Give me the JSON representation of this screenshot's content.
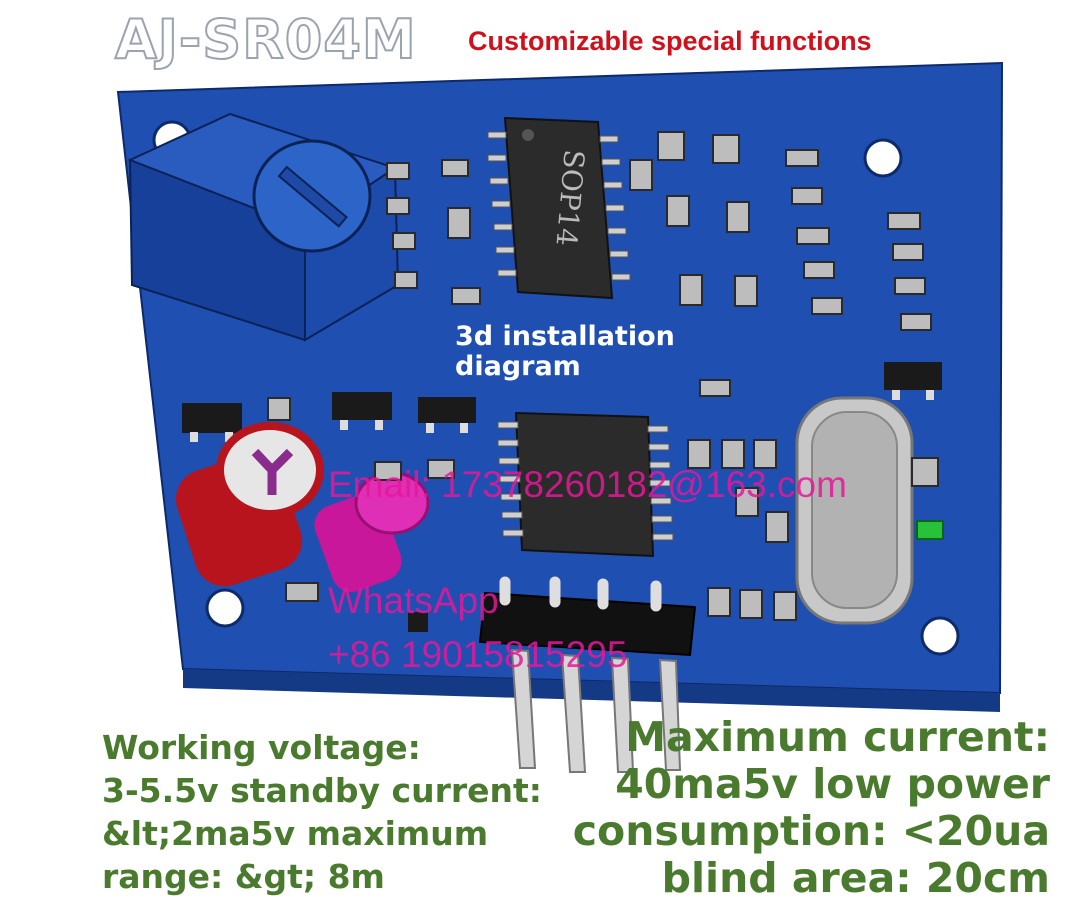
{
  "header": {
    "title": "AJ-SR04M",
    "subtitle": "Customizable special functions"
  },
  "diagram": {
    "caption": "3d installation diagram",
    "chip_label": "SOP14"
  },
  "watermark": {
    "email": "Email: 17378260182@163.com",
    "whatsapp_label": "WhatsApp",
    "whatsapp_number": "+86 19015815295"
  },
  "specs_left": {
    "lines": [
      "Working voltage:",
      "3-5.5v standby current:",
      "&lt;2ma5v maximum",
      "range: &gt; 8m"
    ]
  },
  "specs_right": {
    "lines": [
      "Maximum current:",
      "40ma5v low power",
      "consumption: <20ua",
      "blind area: 20cm"
    ]
  },
  "colors": {
    "board": "#1f4fb0",
    "title_stroke": "#9aa3b0",
    "subtitle": "#d0111b",
    "spec_text": "#4a7a2e",
    "watermark": "#e6189a"
  }
}
